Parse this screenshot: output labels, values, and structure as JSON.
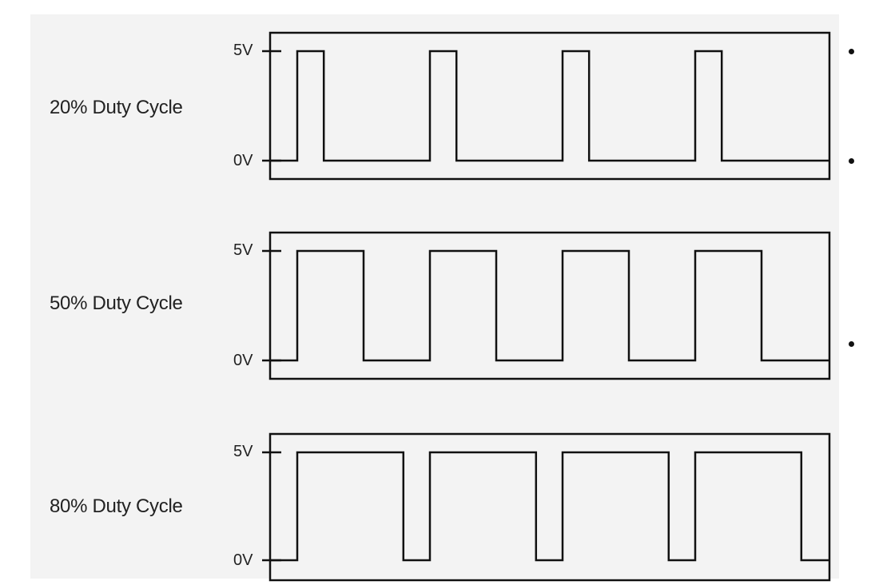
{
  "rows": [
    {
      "label": "20% Duty Cycle",
      "duty": 0.2,
      "high_label": "5V",
      "low_label": "0V"
    },
    {
      "label": "50% Duty Cycle",
      "duty": 0.5,
      "high_label": "5V",
      "low_label": "0V"
    },
    {
      "label": "80% Duty Cycle",
      "duty": 0.8,
      "high_label": "5V",
      "low_label": "0V"
    }
  ],
  "cycles_per_row": 4,
  "colors": {
    "line": "#111111",
    "frame": "#111111",
    "background": "#f3f3f3"
  }
}
